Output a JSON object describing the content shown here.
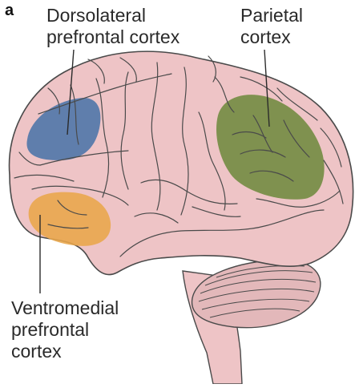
{
  "figure": {
    "panel_letter": "a",
    "labels": {
      "dlpfc": [
        "Dorsolateral",
        "prefrontal cortex"
      ],
      "parietal": [
        "Parietal",
        "cortex"
      ],
      "vmpfc": [
        "Ventromedial",
        "prefrontal",
        "cortex"
      ]
    },
    "colors": {
      "brain_fill": "#eec4c6",
      "brain_outline": "#4a4a4a",
      "dlpfc_region": "#3f6fa6",
      "parietal_region": "#6f8a3f",
      "vmpfc_region": "#e9a64a",
      "cerebellum": "#e3b8ba"
    }
  }
}
